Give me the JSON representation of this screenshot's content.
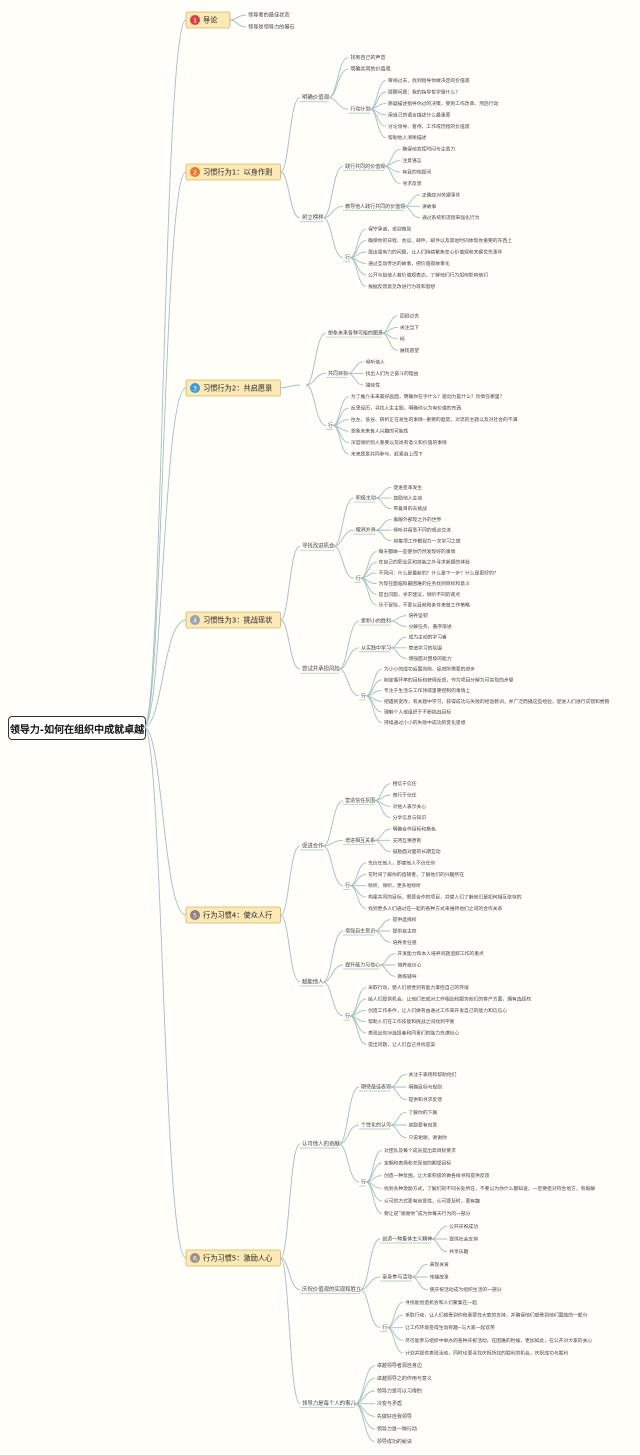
{
  "root": "领导力-如何在组织中成就卓越",
  "colors": {
    "line": "#9fc0c4",
    "node_bg": "#fce9b6",
    "node_border": "#d9b45a",
    "badge": [
      "#d93d3d",
      "#e8782d",
      "#3a9ad9",
      "#9aa4ad",
      "#8f7e7e",
      "#9a8f86"
    ]
  },
  "sections": [
    {
      "num": "1",
      "label": "导论",
      "items": [
        "领导者的最佳状态",
        "领导是领导力的基石"
      ]
    },
    {
      "num": "2",
      "label": "习惯行为1：以身作则",
      "groups": [
        {
          "label": "明确价值观",
          "items": [
            "找到自己的声音",
            "明确共同的价值观"
          ],
          "sub": [
            {
              "label": "行动计划",
              "items": [
                "审视过去，找到指导你做决定的价值观",
                "提醒问题：我的指导哲学是什么？",
                "质疑描述指导你过的决策、受到工作改革、然后行动",
                "用自己的语言描述什么最重要",
                "讨论领导、看待、工作或历程的价值观",
                "帮助他人清晰描述"
              ]
            }
          ]
        },
        {
          "label": "树立榜样",
          "items": [],
          "sub": [
            {
              "label": "践行共同的价值观",
              "items": [
                "确保他发挥时间与注意力",
                "注意语言",
                "有目的地提问",
                "寻求反馈"
              ]
            },
            {
              "label": "教导他人践行共同的价值观",
              "items": [
                "正确应对关键事件",
                "讲故事",
                "通过系统和流程来强化行为"
              ]
            },
            {
              "label": "行",
              "items": [
                "保守承诺，说到做到",
                "确保你的日程、会议、邮件、邮件以及其他时间体现你重要的东西上",
                "提出强有力的问题，让人们持续聚焦在心价值观和关键优先事件",
                "通过互动传达的故事，把价值观故事化",
                "公开与拍他人若价值观表达，了解他们行为如何影响他们",
                "根据反馈意见改进行为或和思想"
              ]
            }
          ]
        }
      ]
    },
    {
      "num": "3",
      "label": "习惯行为2：共启愿景",
      "groups": [
        {
          "label": "",
          "items": [],
          "sub": [
            {
              "label": "想象未来各种可能的图景",
              "items": [
                "回顾过去",
                "关注当下",
                "倾",
                "展现愿望"
              ]
            },
            {
              "label": "共同目标",
              "items": [
                "倾听他人",
                "找出人们为之奋斗的理由",
                "描绘性"
              ]
            },
            {
              "label": "行",
              "items": [
                "为了推介未来美好画面，明确你在乎什么？驱动力是什么？热情在哪里？",
                "反思经历，寻找人生主题，明确你认为有价值的东西",
                "往左、低谷、研析正在发生的事情--重要的趋势，对流的主题以及对社会的不满",
                "想象未来各人兴趣的可能性",
                "深度倾听别人重要以及尚有意义和价值的事情",
                "未来愿景共同参与，赶紧自上而下"
              ]
            }
          ]
        }
      ]
    },
    {
      "num": "4",
      "label": "习惯性为3：挑战现状",
      "groups": [
        {
          "label": "寻找改进机会",
          "items": [],
          "sub": [
            {
              "label": "积极主动",
              "items": [
                "促进变革发生",
                "鼓励他人主动",
                "带着目的去挑战"
              ]
            },
            {
              "label": "眼界外界",
              "items": [
                "着眼外部现之外的世界",
                "倾听并留意不同的观点交流",
                "将每项工作都视为一次学习之旅"
              ]
            },
            {
              "label": "行",
              "items": [
                "每天都做一些使你仍然发现好的事情",
                "在自己的职业区和技能之外寻求新颖的体验",
                "不同问：什么是最新的？什么是下一步？什么是更好的？",
                "为现在面临和最困难的任务找到目标和意义",
                "提出问题，寻求建议，倾听不同的观点",
                "乐于冒险，不要以目前和条件来做工作策略"
              ]
            }
          ]
        },
        {
          "label": "尝试并承担风险",
          "items": [],
          "sub": [
            {
              "label": "累积小的胜利",
              "items": [
                "培养坚韧",
                "分解任务，循序渐进"
              ]
            },
            {
              "label": "从实践中学习",
              "items": [
                "成为主动的学习者",
                "营造学习的氛围",
                "增强面对困境的能力"
              ]
            },
            {
              "label": "行",
              "items": [
                "为小小的成功后面向前，促进所需要的进步",
                "制定循环率的目标和获得反馈，作为项目分解为可实现的步骤",
                "专注于生活与工作领域里要控制的事情上",
                "把遇到变改，有关题中学习，获得成功与失败的经验教训，并广泛而播这些经验，促进人们进行试错和尝跑",
                "理解个人或组织于不断挑战目标",
                "持续通过小小的失败中成功的变化思想"
              ]
            }
          ]
        }
      ]
    },
    {
      "num": "5",
      "label": "行为习惯4：使众人行",
      "groups": [
        {
          "label": "促进合作",
          "items": [],
          "sub": [
            {
              "label": "营造信任氛围",
              "items": [
                "相信于信任",
                "首行于信任",
                "对他人表示关心",
                "分享信息与知识"
              ]
            },
            {
              "label": "增进相互关系",
              "items": [
                "明确合作目标和角色",
                "支持互惠原则",
                "鼓励面对面的长期互动"
              ]
            },
            {
              "label": "行",
              "items": [
                "先信任他人，即使他人不信任你",
                "花时间了解你的追随者，了解他们的兴趣所在",
                "倾听，倾听，更多地倾听",
                "构建共同的目标，需要合作的项目，并使人们了解他们是如何相互依存的",
                "找到更多人们通过在一起的各种方式来维持他们之间的合作关系"
              ]
            }
          ]
        },
        {
          "label": "赋能他人",
          "items": [],
          "sub": [
            {
              "label": "增强自主意识",
              "items": [
                "提供选择权",
                "提供自主权",
                "培养责任感"
              ]
            },
            {
              "label": "提升能力与信心",
              "items": [
                "开发能力和本人培养问题追踪工作的重点",
                "培养自信心",
                "教练辅导"
              ]
            },
            {
              "label": "行",
              "items": [
                "采取行动，使人们感觉到有能力掌控自己的环境",
                "给人们提供机会，让他们在或对工作相应和服务他们的客户方面，拥有选择权",
                "创造工作条件，让人们做有由通过工作来开发自己的能力和信信心",
                "帮助人们在工作技能和挑战之间找到平衡",
                "表现出你对选择者和同事们的能力充满信心",
                "提出问题，让人们自己寻找答案"
              ]
            }
          ]
        }
      ]
    },
    {
      "num": "6",
      "label": "行为习惯5：激励人心",
      "groups": [
        {
          "label": "认可他人的贡献",
          "items": [],
          "sub": [
            {
              "label": "期待最佳表现",
              "items": [
                "关注于表扬和帮助他们",
                "明确目标与规则",
                "提供和寻求反馈"
              ]
            },
            {
              "label": "个性化的认可",
              "items": [
                "了解你的下属",
                "奖励要有创意",
                "只说谢谢，谢谢你"
              ]
            },
            {
              "label": "行",
              "items": [
                "对团队及每个成员提出高目标要求",
                "定期和表扬和兑现他的期望目标",
                "创造一种氛围，让大家积极的做各样寻和提供反馈",
                "找到多种激励方式，了解们的不同长处所在，不要以为你什么都知道，一定要担对符合地方，有报酬",
                "认可的方式要有创意性，认可要及时，要有趣",
                "要让说“谢谢你”成为你每天行为的一部分"
              ]
            }
          ]
        },
        {
          "label": "庆祝价值观的实现和胜立",
          "items": [],
          "sub": [
            {
              "label": "创造一种集体主义精神",
              "items": [
                "公开庆祝成功",
                "提供社会支持",
                "共享乐趣"
              ]
            },
            {
              "label": "亲身参与活动",
              "items": [
                "表现关爱",
                "传播故事",
                "使庆祝活动成为组织生活的一部分"
              ]
            },
            {
              "label": "行",
              "items": [
                "寻找能创造机会和人们聚集在一起",
                "采取行动，让人们感受到你和重要在大家的支持，并确保他们感受到他们面临的一部分",
                "让工作环境变得生动有趣--与大家一起欢笑",
                "尽可能参与组织中举办的各种庆祝活动，在困难的时候，更加如此，在公开对大家的关心",
                "计划并提供表现活动，同时也要寻找庆祝所找的胜利的机会，庆祝成功与胜利"
              ]
            }
          ]
        },
        {
          "label": "领导力是每个人的事儿",
          "items": [
            "卓越领导者源自身边",
            "卓越领导之的作用与意义",
            "领导力是可以习得的",
            "冷变与矛盾",
            "先做好自我领导",
            "领导力是一种行动",
            "领导成功的秘诀"
          ]
        }
      ]
    }
  ]
}
